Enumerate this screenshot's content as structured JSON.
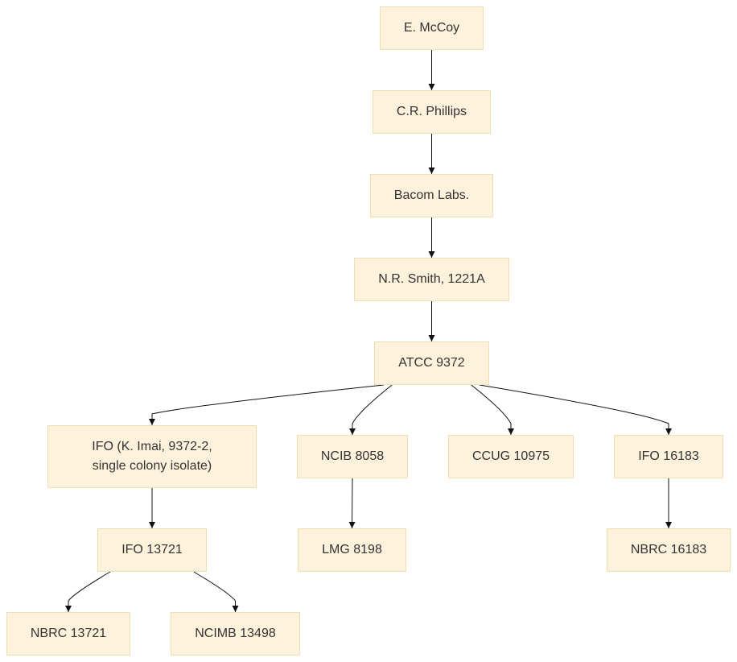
{
  "nodes": {
    "mccoy": "E. McCoy",
    "phillips": "C.R. Phillips",
    "bacom": "Bacom Labs.",
    "smith": "N.R. Smith, 1221A",
    "atcc": "ATCC 9372",
    "ifo_imai": "IFO (K. Imai, 9372-2,\nsingle colony isolate)",
    "ncib": "NCIB 8058",
    "ccug": "CCUG 10975",
    "ifo16183": "IFO 16183",
    "ifo13721": "IFO 13721",
    "lmg": "LMG 8198",
    "nbrc16183": "NBRC 16183",
    "nbrc13721": "NBRC 13721",
    "ncimb": "NCIMB 13498"
  },
  "edges": [
    [
      "mccoy",
      "phillips"
    ],
    [
      "phillips",
      "bacom"
    ],
    [
      "bacom",
      "smith"
    ],
    [
      "smith",
      "atcc"
    ],
    [
      "atcc",
      "ifo_imai"
    ],
    [
      "atcc",
      "ncib"
    ],
    [
      "atcc",
      "ccug"
    ],
    [
      "atcc",
      "ifo16183"
    ],
    [
      "ifo_imai",
      "ifo13721"
    ],
    [
      "ncib",
      "lmg"
    ],
    [
      "ifo16183",
      "nbrc16183"
    ],
    [
      "ifo13721",
      "nbrc13721"
    ],
    [
      "ifo13721",
      "ncimb"
    ]
  ],
  "colors": {
    "node_fill": "#fff2dc",
    "node_border": "#f0dfb2",
    "edge": "#111111",
    "text": "#333333"
  }
}
